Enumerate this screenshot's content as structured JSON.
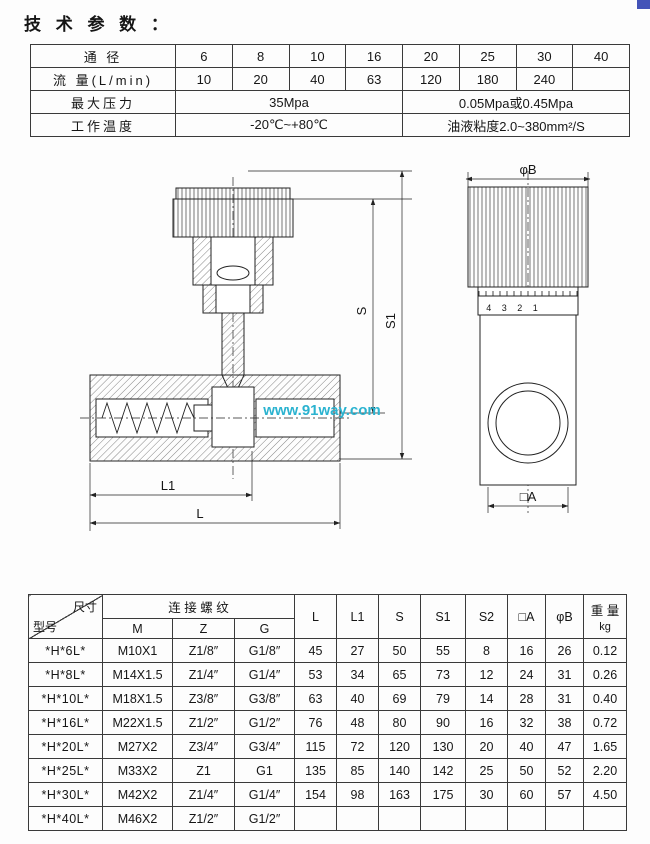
{
  "page": {
    "title": "技 术 参 数 ："
  },
  "colors": {
    "watermark_cyan": "#2bb3d0",
    "line_color": "#222222",
    "artifact_blue": "#4353b8"
  },
  "spec_table": {
    "diameter": {
      "label": "通  径",
      "values": [
        "6",
        "8",
        "10",
        "16",
        "20",
        "25",
        "30",
        "40"
      ]
    },
    "flow": {
      "label": "流 量(L/min)",
      "values": [
        "10",
        "20",
        "40",
        "63",
        "120",
        "180",
        "240",
        ""
      ]
    },
    "pressure": {
      "label": "最大压力",
      "values": [
        "35Mpa",
        "0.05Mpa或0.45Mpa"
      ]
    },
    "temperature": {
      "label": "工作温度",
      "values": [
        "-20℃~+80℃",
        "油液粘度2.0~380mm²/S"
      ]
    }
  },
  "drawing": {
    "dim_s": "S",
    "dim_s1": "S1",
    "dim_l1": "L1",
    "dim_l": "L",
    "dim_phi_b": "φB",
    "dim_square_a": "□A",
    "scale_numbers": "4 3 2 1",
    "watermark": "www.91way.com"
  },
  "size_table": {
    "corner_top": "尺寸",
    "corner_bottom": "型号",
    "thread_header": "连 接 螺 纹",
    "sub_headers": [
      "M",
      "Z",
      "G"
    ],
    "col_headers": [
      "L",
      "L1",
      "S",
      "S1",
      "S2",
      "□A",
      "φB"
    ],
    "weight_header": "重 量",
    "weight_unit": "kg",
    "rows": [
      [
        "*H*6L*",
        "M10X1",
        "Z1/8″",
        "G1/8″",
        "45",
        "27",
        "50",
        "55",
        "8",
        "16",
        "26",
        "0.12"
      ],
      [
        "*H*8L*",
        "M14X1.5",
        "Z1/4″",
        "G1/4″",
        "53",
        "34",
        "65",
        "73",
        "12",
        "24",
        "31",
        "0.26"
      ],
      [
        "*H*10L*",
        "M18X1.5",
        "Z3/8″",
        "G3/8″",
        "63",
        "40",
        "69",
        "79",
        "14",
        "28",
        "31",
        "0.40"
      ],
      [
        "*H*16L*",
        "M22X1.5",
        "Z1/2″",
        "G1/2″",
        "76",
        "48",
        "80",
        "90",
        "16",
        "32",
        "38",
        "0.72"
      ],
      [
        "*H*20L*",
        "M27X2",
        "Z3/4″",
        "G3/4″",
        "115",
        "72",
        "120",
        "130",
        "20",
        "40",
        "47",
        "1.65"
      ],
      [
        "*H*25L*",
        "M33X2",
        "Z1",
        "G1",
        "135",
        "85",
        "140",
        "142",
        "25",
        "50",
        "52",
        "2.20"
      ],
      [
        "*H*30L*",
        "M42X2",
        "Z1/4″",
        "G1/4″",
        "154",
        "98",
        "163",
        "175",
        "30",
        "60",
        "57",
        "4.50"
      ],
      [
        "*H*40L*",
        "M46X2",
        "Z1/2″",
        "G1/2″",
        "",
        "",
        "",
        "",
        "",
        "",
        "",
        ""
      ]
    ]
  }
}
